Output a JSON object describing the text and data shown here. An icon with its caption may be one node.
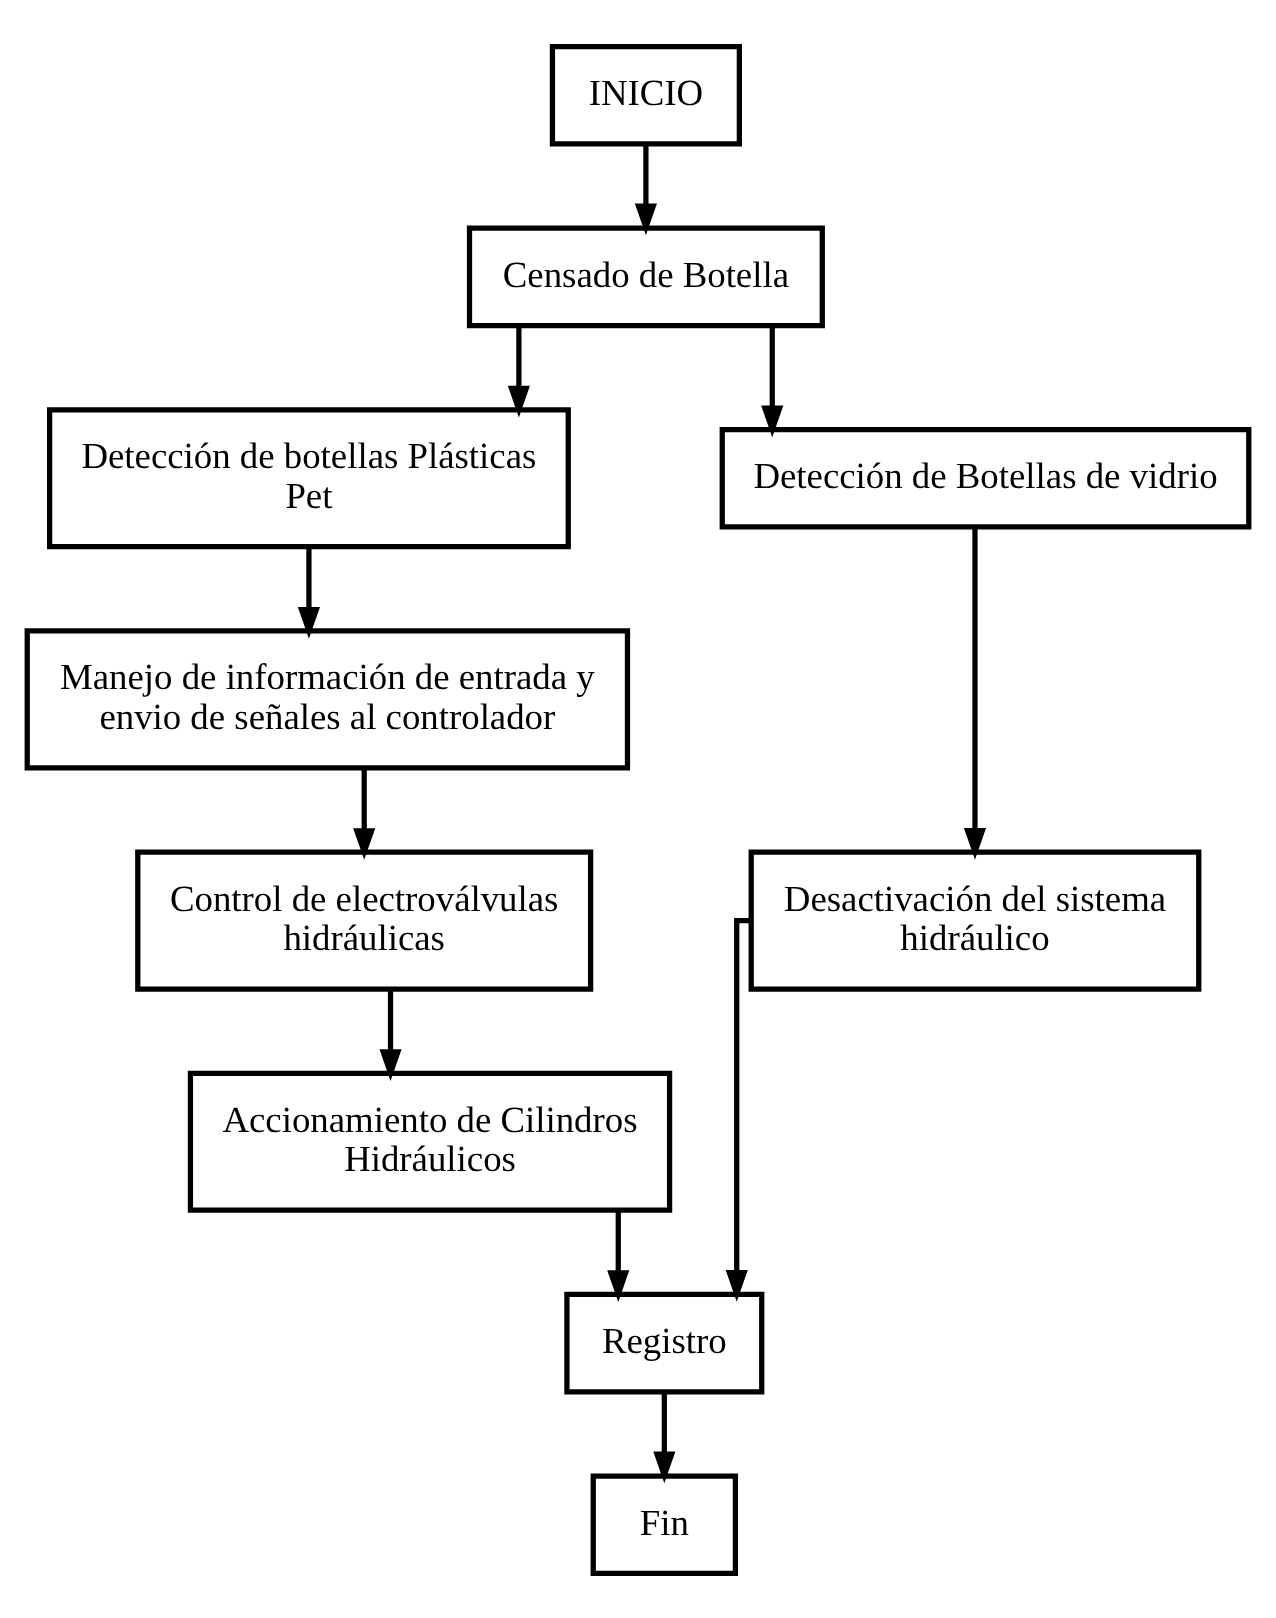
{
  "diagram": {
    "nodes": [
      {
        "text": [
          "INICIO"
        ]
      },
      {
        "text": [
          "Censado de Botella"
        ]
      },
      {
        "text": [
          "Detección de botellas Plásticas Pet"
        ]
      },
      {
        "text": [
          "Detección de Botellas de vidrio"
        ]
      },
      {
        "text": [
          "Manejo de información de entrada y envio de señales al controlador"
        ]
      },
      {
        "text": [
          "Control de electroválvulas hidráulicas"
        ]
      },
      {
        "text": [
          "Accionamiento de Cilindros Hidráulicos"
        ]
      },
      {
        "text": [
          "Desactivación del sistema hidráulico"
        ]
      },
      {
        "text": [
          "Registro"
        ]
      },
      {
        "text": [
          "Fin"
        ]
      }
    ],
    "edges": [
      {
        "from": 0,
        "to": 1,
        "arrow": "to"
      },
      {
        "from": 1,
        "to": 2,
        "arrow": "to"
      },
      {
        "from": 1,
        "to": 3,
        "arrow": "to"
      },
      {
        "from": 2,
        "to": 4,
        "arrow": "to"
      },
      {
        "from": 4,
        "to": 5,
        "arrow": "to"
      },
      {
        "from": 5,
        "to": 6,
        "arrow": "to"
      },
      {
        "from": 3,
        "to": 7,
        "arrow": "to"
      },
      {
        "from": 6,
        "to": 8,
        "arrow": "to"
      },
      {
        "from": 7,
        "to": 8,
        "arrow": "to"
      },
      {
        "from": 8,
        "to": 9,
        "arrow": "to"
      }
    ]
  }
}
